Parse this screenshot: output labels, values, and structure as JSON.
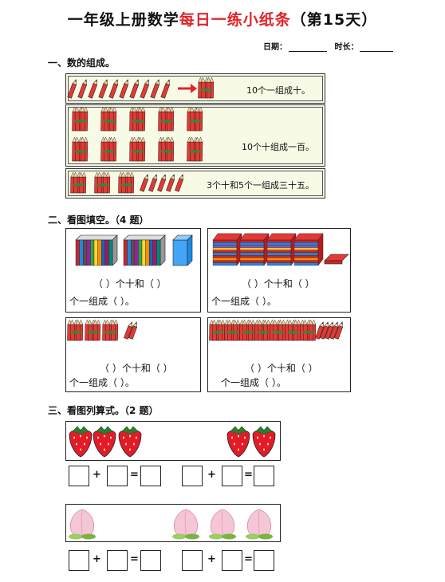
{
  "title_black": "一年级上册数学",
  "title_red": "每日一练小纸条",
  "title_day": "（第15天）",
  "meta": {
    "date_label": "日期：",
    "time_label": "时长："
  },
  "s1": {
    "heading": "一、数的组成。",
    "row1": "10个一组成十。",
    "row2": "10个十组成一百。",
    "row3": "3个十和5个一组成三十五。"
  },
  "s2": {
    "heading": "二、看图填空。（4 题）",
    "line1": "（    ）个十和（    ）",
    "line2": "个一组成（    ）。"
  },
  "s3": {
    "heading": "三、看图列算式。（2 题）",
    "plus": "+",
    "eq": "="
  },
  "colors": {
    "red": "#e0242b",
    "pencil": "#e53935",
    "strawberry": "#e21b2c",
    "peach": "#f5c6d6"
  }
}
